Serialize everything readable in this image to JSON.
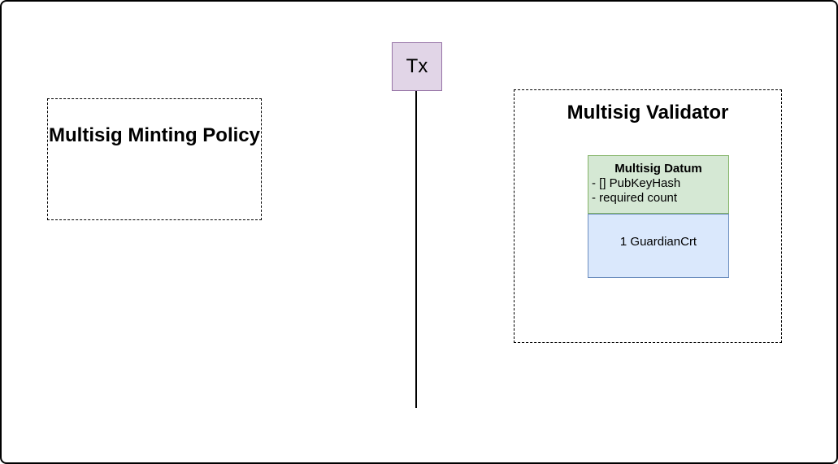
{
  "diagram": {
    "tx_node": {
      "label": "Tx",
      "fill": "#E1D5E7",
      "border_color": "#9673A6"
    },
    "connector": {
      "color": "#000000"
    },
    "minting_policy": {
      "title": "Multisig Minting Policy"
    },
    "validator": {
      "title": "Multisig Validator",
      "datum": {
        "title": "Multisig Datum",
        "fields": [
          "- [] PubKeyHash",
          "- required count"
        ],
        "fill": "#D5E8D4",
        "border_color": "#82B366"
      },
      "value": {
        "label": "1 GuardianCrt",
        "fill": "#DAE8FC",
        "border_color": "#6C8EBF"
      }
    }
  }
}
